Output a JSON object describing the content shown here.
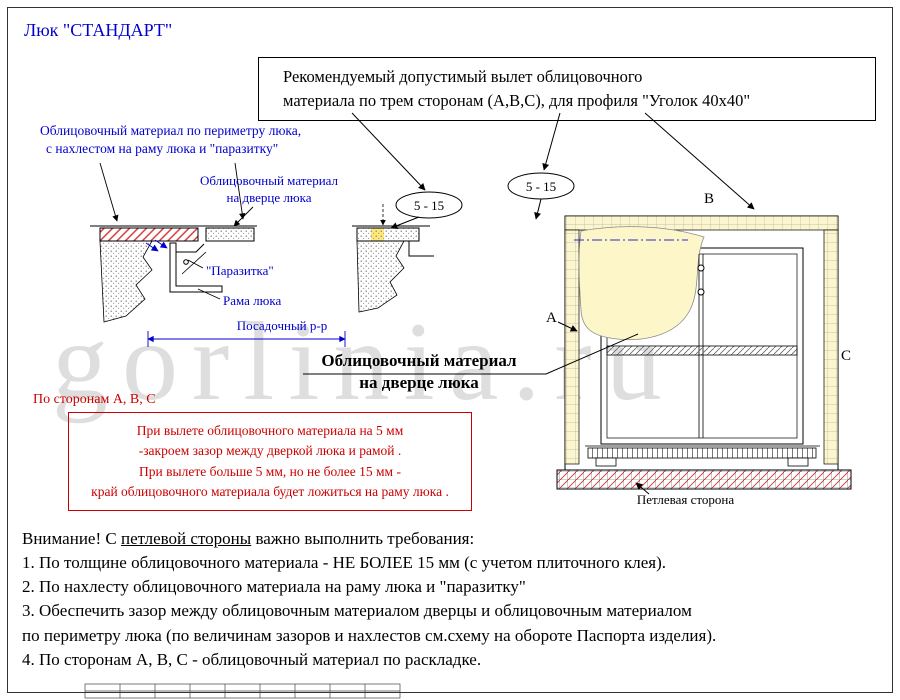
{
  "page": {
    "title": "Люк \"СТАНДАРТ\"",
    "watermark": "gorlinia.ru"
  },
  "note_box": {
    "line1": "Рекомендуемый допустимый вылет облицовочного",
    "line2": "материала по трем сторонам (А,В,С), для профиля \"Уголок 40х40\""
  },
  "labels": {
    "perimeter_line1": "Облицовочный материал по периметру люка,",
    "perimeter_line2": "с нахлестом на раму люка и \"паразитку\"",
    "door_material_line1": "Облицовочный материал",
    "door_material_line2": "на дверце люка",
    "parazitka": "\"Паразитка\"",
    "frame": "Рама люка",
    "seat_dim": "Посадочный р-р",
    "dim_5_15_a": "5 - 15",
    "dim_5_15_b": "5 - 15",
    "side_a": "А",
    "side_b": "В",
    "side_c": "С",
    "hinge_side": "Петлевая сторона",
    "door_callout_line1": "Облицовочный материал",
    "door_callout_line2": "на дверце люка"
  },
  "red_note": {
    "heading": "По сторонам А, В, С",
    "line1": "При вылете облицовочного материала  на 5 мм",
    "line2": "-закроем зазор между дверкой люка и рамой .",
    "line3": "При вылете больше 5 мм, но не более 15 мм -",
    "line4": "край облицовочного материала будет ложиться на раму люка ."
  },
  "requirements": {
    "warning_prefix": "Внимание! С ",
    "warning_underlined": "петлевой стороны",
    "warning_suffix": " важно выполнить требования:",
    "items": [
      "1. По толщине облицовочного материала - НЕ БОЛЕЕ 15 мм (с учетом плиточного клея).",
      "2. По нахлесту облицовочного материала на раму люка и \"паразитку\"",
      "3. Обеспечить зазор между облицовочным материалом дверцы и облицовочным материалом\n по периметру люка (по величинам зазоров и нахлестов см.схему на обороте Паспорта изделия).",
      "4. По сторонам А, В, С - облицовочный материал по раскладке."
    ]
  },
  "colors": {
    "accent_blue": "#0000cc",
    "accent_red": "#cc0000",
    "tile_yellow": "#fbf6cf",
    "highlight_yellow": "#ffe97a",
    "watermark_gray": "#d6d6d6"
  }
}
